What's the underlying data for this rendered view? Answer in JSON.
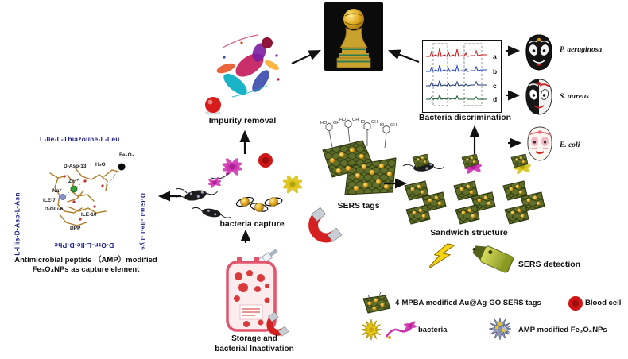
{
  "labels": {
    "impurity_removal": "Impurity removal",
    "bacteria_discrimination": "Bacteria discrimination",
    "sers_tags": "SERS tags",
    "bacteria_capture": "bacteria capture",
    "sandwich_structure": "Sandwich structure",
    "sers_detection": "SERS detection",
    "storage_line1": "Storage and",
    "storage_line2": "bacterial Inactivation",
    "amp_caption_line1": "Antimicrobial peptide （AMP）modified",
    "amp_caption_line2": "Fe₃O₄NPs as capture element"
  },
  "bacteria_names": {
    "p_aeruginosa": "P. aeruginosa",
    "s_aureus": "S. aureus",
    "e_coli": "E. coli"
  },
  "peptide_ring": {
    "top": "L-Ile-L-Thiazoline-L-Leu",
    "left": "L-His-D-Asp-L-Asn",
    "right": "D-Glu-L-Ile-L-Lys",
    "bottom": "D-Orn-L-Ile-D-Phe"
  },
  "molecule_annotations": {
    "d_asp13": "D-Asp-13",
    "h2o": "H₂O",
    "fe3o4": "Fe₃O₄",
    "zn": "Zn²⁺",
    "na": "Na⁺",
    "ile7": "ILE-7",
    "d_glu6": "D-Glu-6",
    "ile10": "ILE-10",
    "dpp": "DPP"
  },
  "spectra": {
    "curve_labels": [
      "a",
      "b",
      "c",
      "d"
    ]
  },
  "boronic_acid": {
    "ho": "HO",
    "oh": "OH"
  },
  "legend": {
    "sers_tag": "4-MPBA modified Au@Ag-GO SERS tags",
    "blood_cell": "Blood cell",
    "bacteria": "bacteria",
    "amp_np": "AMP modified Fe₃O₄NPs"
  },
  "colors": {
    "arrow": "#111111",
    "peptide_text": "#23238e",
    "magenta": "#cc2faf",
    "gold": "#e0a921",
    "graphene": "#5f6e2a",
    "red_cell": "#cf1515",
    "magnet_red": "#d42020"
  }
}
